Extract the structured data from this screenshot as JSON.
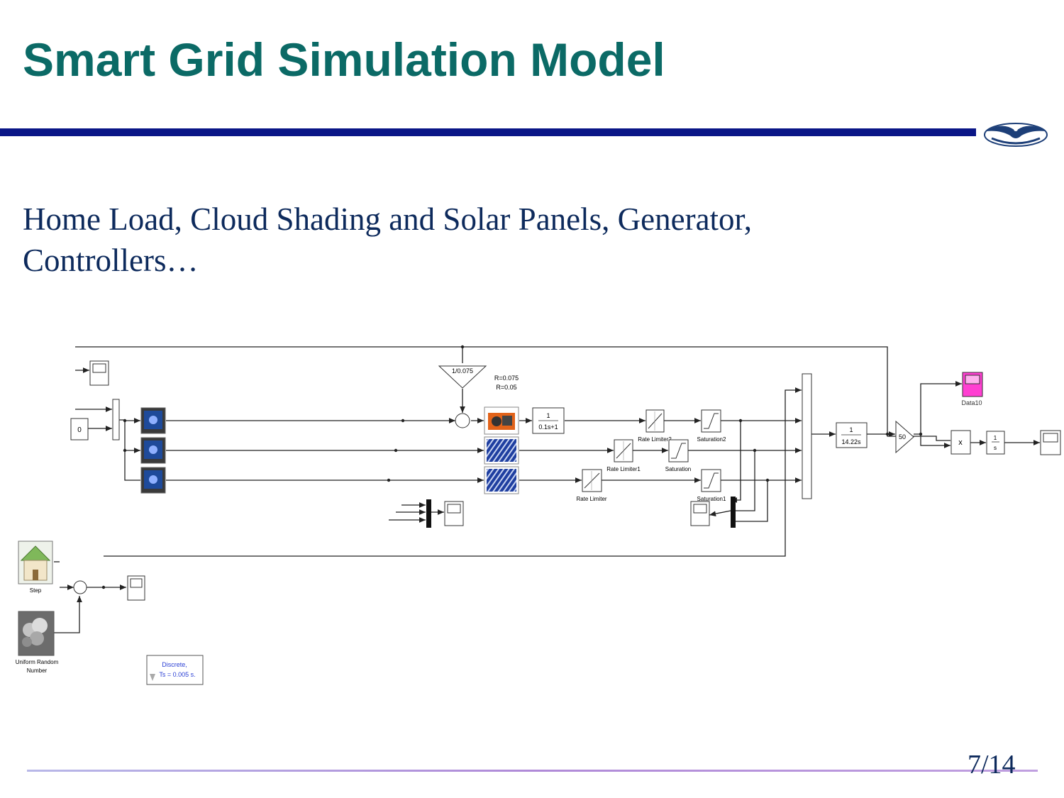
{
  "slide": {
    "title": "Smart Grid Simulation Model",
    "subtitle": "Home Load, Cloud Shading and Solar Panels, Generator, Controllers…",
    "page_number": "7/14"
  },
  "diagram": {
    "constant_value": "0",
    "droop_gain": "1/0.075",
    "droop_notes": [
      "R=0.075",
      "R=0.05"
    ],
    "generator_tf": {
      "num": "1",
      "den": "0.1s+1"
    },
    "rate_limiters": [
      "Rate Limiter2",
      "Rate Limiter1",
      "Rate Limiter"
    ],
    "saturations": [
      "Saturation2",
      "Saturation",
      "Saturation1"
    ],
    "inertia_tf": {
      "num": "1",
      "den": "14.22s"
    },
    "gain_value": "50",
    "product_symbol": "x",
    "integrator": {
      "num": "1",
      "den": "s"
    },
    "scope_label": "Data10",
    "home_label": "Step",
    "cloud_label": "Uniform Random Number",
    "powergui": {
      "line1": "Discrete,",
      "line2": "Ts = 0.005 s."
    },
    "colors": {
      "teal_title": "#0b6a66",
      "rule_blue": "#0a1687",
      "scope_pink": "#ff3fd2"
    },
    "icons": [
      "house-icon",
      "cloud-icon",
      "generator-icon",
      "solar-panel-icon",
      "controller-icon",
      "scope-icon",
      "eagle-logo-icon"
    ]
  }
}
